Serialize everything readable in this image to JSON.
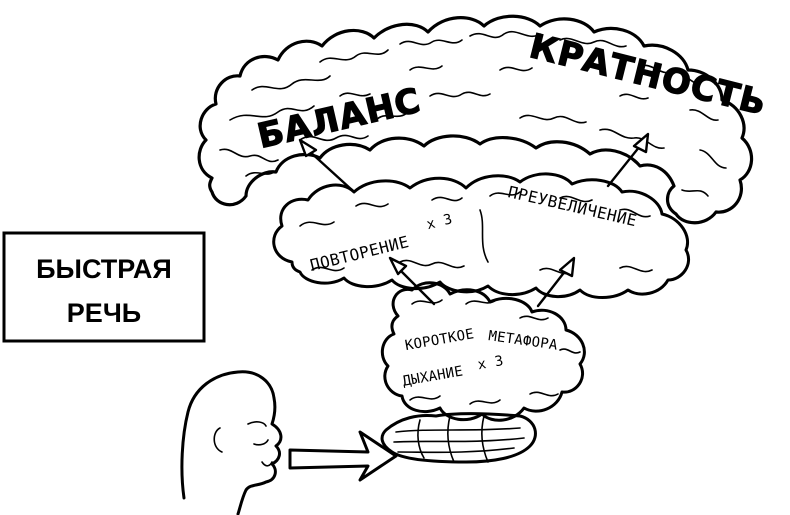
{
  "top_brain": {
    "left_label": "БАЛАНС",
    "right_label": "КРАТНОСТЬ"
  },
  "middle_brain": {
    "left_label": "ПОВТОРЕНИЕ",
    "left_suffix": "x 3",
    "right_label": "ПРЕУВЕЛИЧЕНИЕ"
  },
  "lower_brain": {
    "label_line1": "КОРОТКОЕ",
    "label_line2": "ДЫХАНИЕ",
    "label_line2_suffix": "x 3",
    "label_right": "МЕТАФОРА"
  },
  "box": {
    "line1": "БЫСТРАЯ",
    "line2": "РЕЧЬ"
  }
}
